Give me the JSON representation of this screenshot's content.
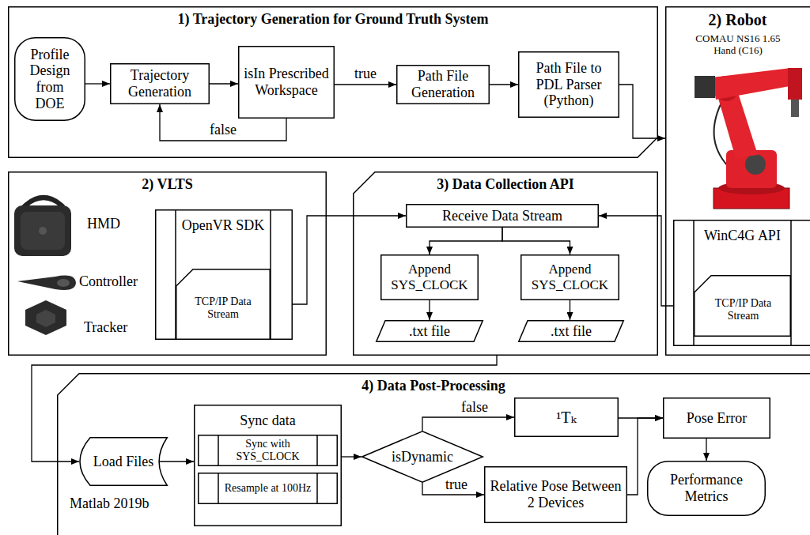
{
  "diagram": {
    "nodes": [
      {
        "text": [
          "1) Trajectory Generation for Ground Truth System"
        ]
      },
      {
        "text": [
          "Profile Design from DOE"
        ],
        "in": 0
      },
      {
        "text": [
          "Trajectory Generation"
        ],
        "in": 0
      },
      {
        "text": [
          "isIn Prescribed Workspace"
        ],
        "in": 0
      },
      {
        "text": [
          "Path File Generation"
        ],
        "in": 0
      },
      {
        "text": [
          "Path File to PDL Parser (Python)"
        ],
        "in": 0
      },
      {
        "text": [
          "2) Robot",
          "COMAU NS16 1.65 Hand (C16)"
        ]
      },
      {
        "text": [
          "WinC4G API"
        ],
        "in": 6
      },
      {
        "text": [
          "TCP/IP Data Stream"
        ],
        "in": 7
      },
      {
        "text": [
          "2) VLTS"
        ]
      },
      {
        "text": [
          "OpenVR SDK"
        ],
        "in": 9
      },
      {
        "text": [
          "TCP/IP Data Stream"
        ],
        "in": 10
      },
      {
        "text": [
          "3) Data Collection API"
        ]
      },
      {
        "text": [
          "Receive Data Stream"
        ],
        "in": 12
      },
      {
        "text": [
          "Append SYS_CLOCK"
        ],
        "in": 12
      },
      {
        "text": [
          "Append SYS_CLOCK"
        ],
        "in": 12
      },
      {
        "text": [
          ".txt file"
        ],
        "in": 12
      },
      {
        "text": [
          ".txt file"
        ],
        "in": 12
      },
      {
        "text": [
          "4) Data Post-Processing"
        ]
      },
      {
        "text": [
          "Load Files"
        ],
        "in": 18
      },
      {
        "text": [
          "Sync data"
        ],
        "in": 18
      },
      {
        "text": [
          "Sync with SYS_CLOCK"
        ],
        "in": 20
      },
      {
        "text": [
          "Resample at 100Hz"
        ],
        "in": 20
      },
      {
        "text": [
          "isDynamic"
        ],
        "in": 18
      },
      {
        "text": [
          "¹Tₖ"
        ],
        "in": 18
      },
      {
        "text": [
          "Relative Pose Between 2 Devices"
        ],
        "in": 18
      },
      {
        "text": [
          "Pose Error"
        ],
        "in": 18
      },
      {
        "text": [
          "Performance Metrics"
        ],
        "in": 18
      }
    ],
    "edges": [
      {
        "from": 1,
        "to": 2,
        "arrow": "to"
      },
      {
        "from": 2,
        "to": 3,
        "arrow": "to"
      },
      {
        "from": 3,
        "to": 4,
        "arrow": "to",
        "label": "true"
      },
      {
        "from": 3,
        "to": 2,
        "arrow": "to",
        "label": "false"
      },
      {
        "from": 4,
        "to": 5,
        "arrow": "to"
      },
      {
        "from": 5,
        "to": 6,
        "arrow": "to"
      },
      {
        "from": 11,
        "to": 13,
        "arrow": "to"
      },
      {
        "from": 8,
        "to": 13,
        "arrow": "to"
      },
      {
        "from": 13,
        "to": 14,
        "arrow": "to"
      },
      {
        "from": 13,
        "to": 15,
        "arrow": "to"
      },
      {
        "from": 14,
        "to": 16,
        "arrow": "to"
      },
      {
        "from": 15,
        "to": 17,
        "arrow": "to"
      },
      {
        "from": 12,
        "to": 19,
        "arrow": "to"
      },
      {
        "from": 19,
        "to": 20,
        "arrow": "to"
      },
      {
        "from": 20,
        "to": 23,
        "arrow": "to"
      },
      {
        "from": 23,
        "to": 24,
        "arrow": "to",
        "label": "false"
      },
      {
        "from": 23,
        "to": 25,
        "arrow": "to",
        "label": "true"
      },
      {
        "from": 24,
        "to": 26,
        "arrow": "to"
      },
      {
        "from": 25,
        "to": 26,
        "arrow": "to"
      },
      {
        "from": 26,
        "to": 27,
        "arrow": "to"
      }
    ],
    "labels": [
      "HMD",
      "Controller",
      "Tracker",
      "Matlab 2019b"
    ]
  }
}
